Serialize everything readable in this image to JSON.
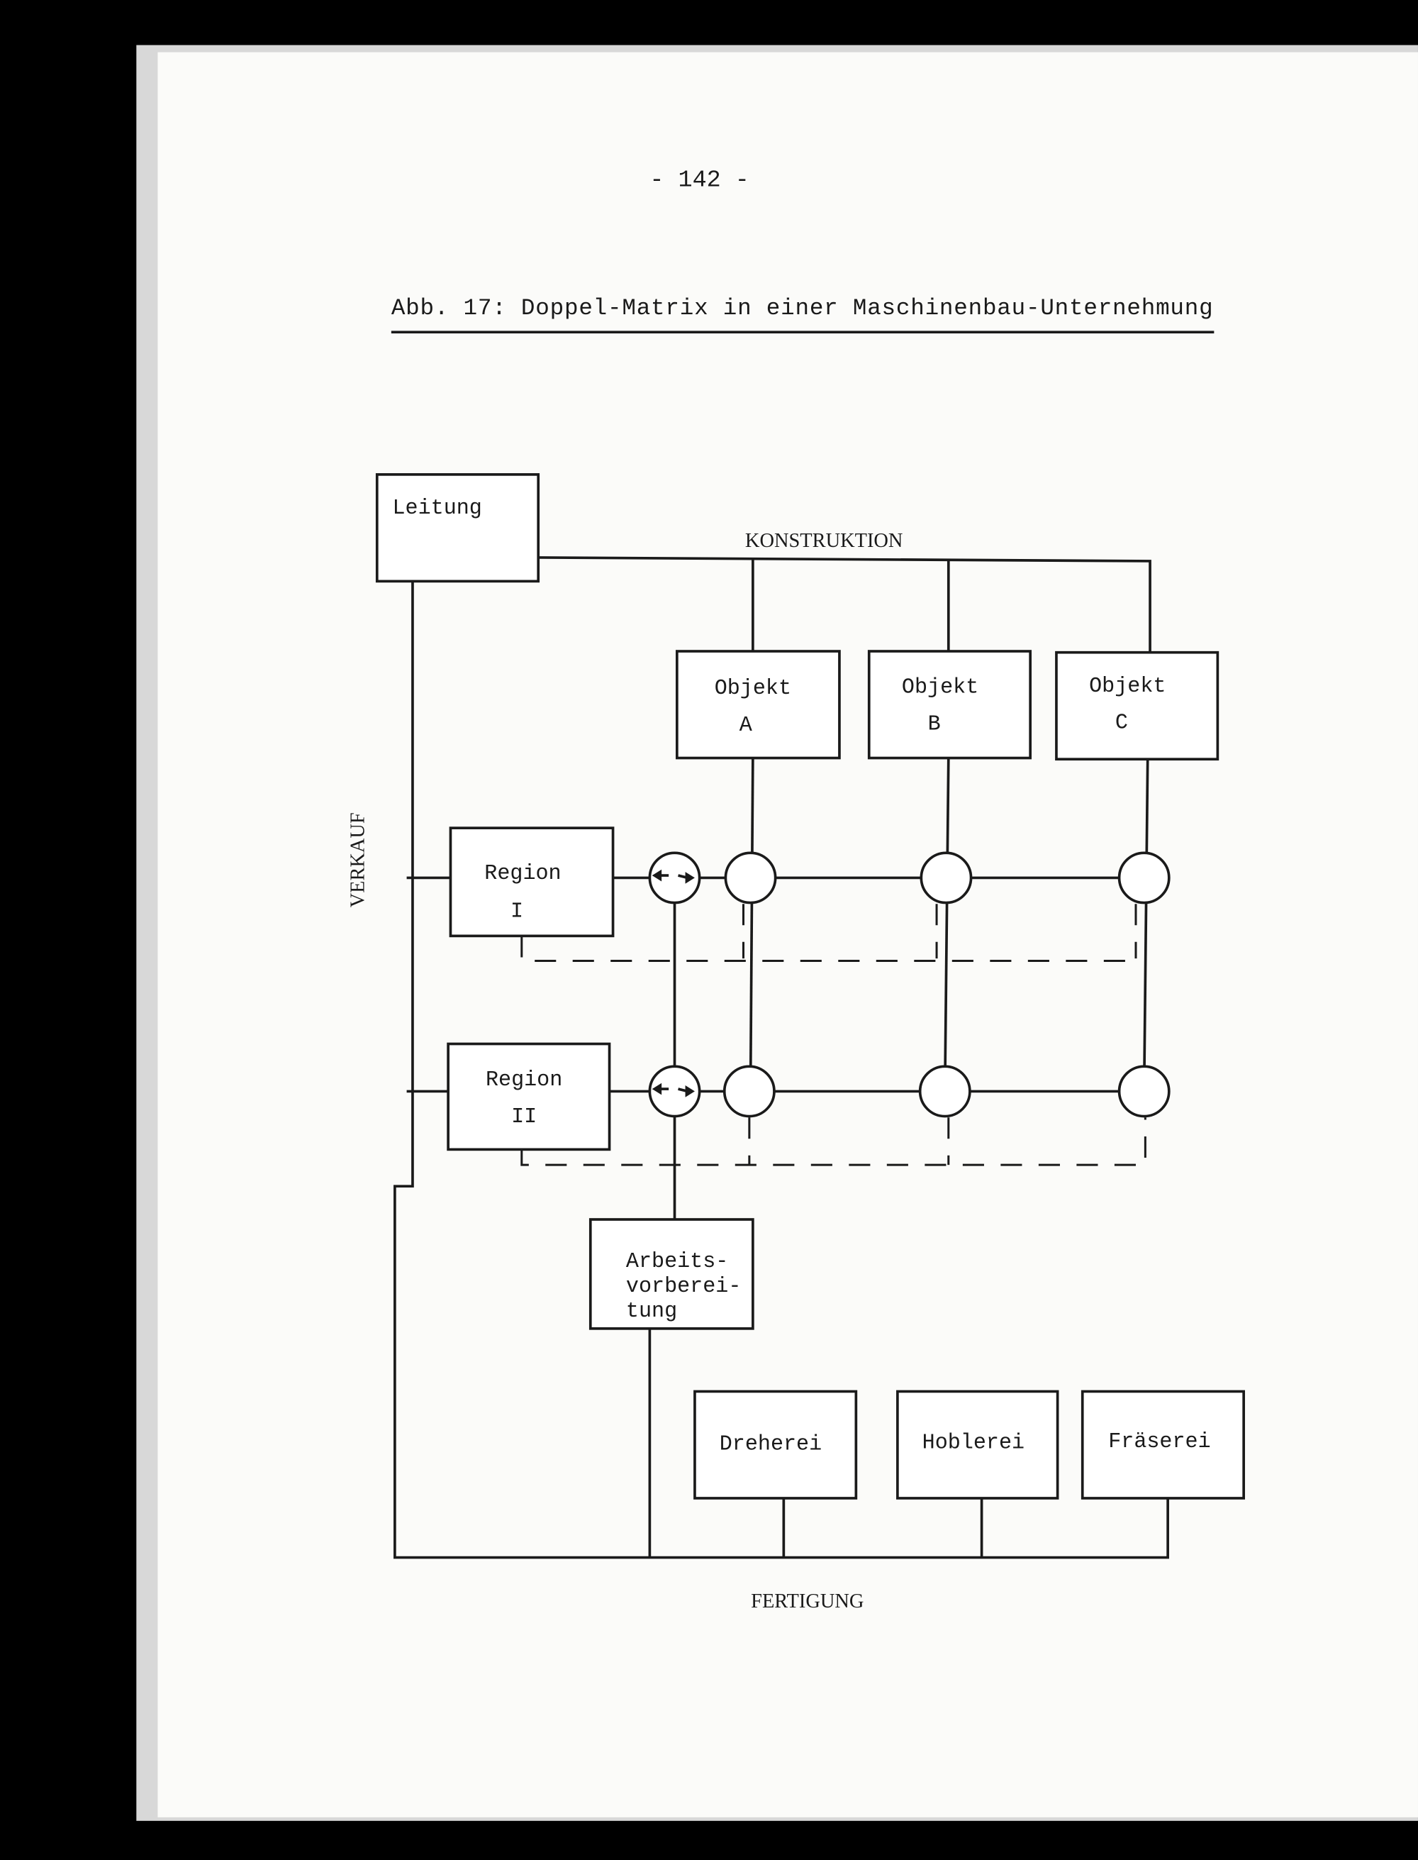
{
  "page_number": "- 142 -",
  "caption": "Abb. 17: Doppel-Matrix in einer Maschinenbau-Unternehmung",
  "diagram": {
    "leitung": "Leitung",
    "konstruktion": "KONSTRUKTION",
    "verkauf": "VERKAUF",
    "fertigung": "FERTIGUNG",
    "objects": [
      {
        "line1": "Objekt",
        "line2": "A"
      },
      {
        "line1": "Objekt",
        "line2": "B"
      },
      {
        "line1": "Objekt",
        "line2": "C"
      }
    ],
    "regions": [
      {
        "line1": "Region",
        "line2": "I"
      },
      {
        "line1": "Region",
        "line2": "II"
      }
    ],
    "arbeitsvorbereitung": [
      "Arbeits-",
      "vorberei-",
      "tung"
    ],
    "workshops": [
      "Dreherei",
      "Hoblerei",
      "Fräserei"
    ]
  }
}
